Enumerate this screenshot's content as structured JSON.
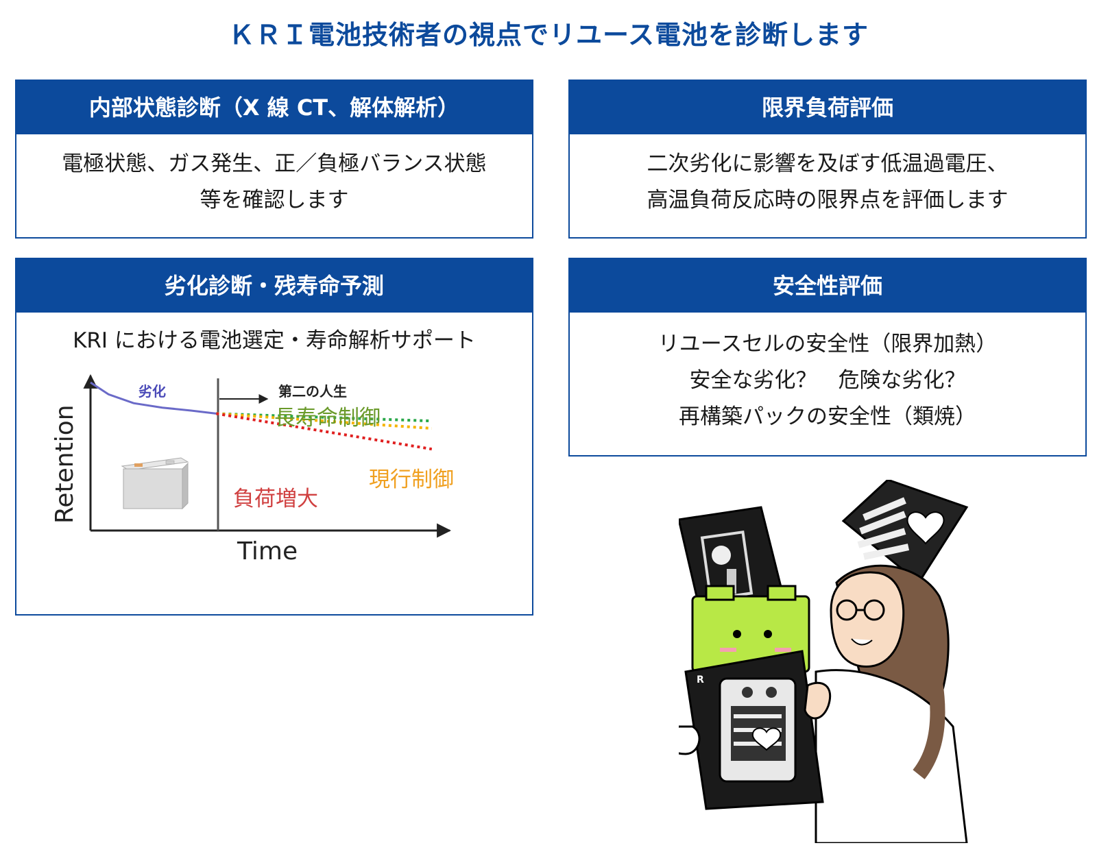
{
  "title": "ＫＲＩ電池技術者の視点でリユース電池を診断します",
  "panels": {
    "internal": {
      "header": "内部状態診断（X 線 CT、解体解析）",
      "lines": [
        "電極状態、ガス発生、正／負極バランス状態",
        "等を確認します"
      ]
    },
    "limit": {
      "header": "限界負荷評価",
      "lines": [
        "二次劣化に影響を及ぼす低温過電圧、",
        "高温負荷反応時の限界点を評価します"
      ]
    },
    "degradation": {
      "header": "劣化診断・残寿命予測",
      "subtitle": "KRI における電池選定・寿命解析サポート"
    },
    "safety": {
      "header": "安全性評価",
      "lines": [
        "リユースセルの安全性（限界加熱）",
        "安全な劣化？　危険な劣化？",
        "再構築パックの安全性（類焼）"
      ]
    }
  },
  "chart_data": {
    "type": "line",
    "xlabel": "Time",
    "ylabel": "Retention",
    "annotations": {
      "degradation": "劣化",
      "second_life": "第二の人生"
    },
    "series": [
      {
        "name": "劣化",
        "values": [
          [
            0,
            1.0
          ],
          [
            0.05,
            0.92
          ],
          [
            0.12,
            0.86
          ],
          [
            0.2,
            0.83
          ],
          [
            0.28,
            0.81
          ],
          [
            0.35,
            0.79
          ]
        ],
        "color": "#6a6ac8"
      },
      {
        "name": "長寿命制御",
        "values": [
          [
            0.35,
            0.79
          ],
          [
            0.95,
            0.74
          ]
        ],
        "color": "#2aa84a"
      },
      {
        "name": "現行制御",
        "values": [
          [
            0.35,
            0.79
          ],
          [
            0.95,
            0.69
          ]
        ],
        "color": "#f5b400"
      },
      {
        "name": "負荷増大",
        "values": [
          [
            0.35,
            0.79
          ],
          [
            0.95,
            0.55
          ]
        ],
        "color": "#e02020"
      }
    ],
    "label_colors": {
      "長寿命制御": "#6a9a2a",
      "現行制御": "#f0a020",
      "負荷増大": "#d04040"
    }
  },
  "illustration": {
    "xray_mark": "R"
  }
}
